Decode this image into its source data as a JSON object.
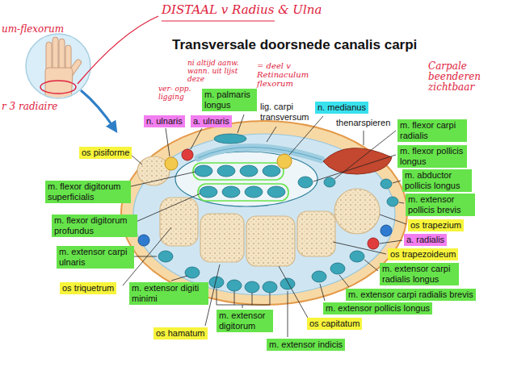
{
  "diagram": {
    "title": "Transversale doorsnede canalis carpi",
    "nodes": [
      {
        "text": [
          "m. palmaris longus"
        ]
      },
      {
        "text": [
          "n. medianus"
        ]
      },
      {
        "text": [
          "m. flexor carpi radialis"
        ]
      },
      {
        "text": [
          "n. ulnaris"
        ]
      },
      {
        "text": [
          "a. ulnaris"
        ]
      },
      {
        "text": [
          "os pisiforme"
        ]
      },
      {
        "text": [
          "m. flexor pollicis longus"
        ]
      },
      {
        "text": [
          "m. abductor pollicis longus"
        ]
      },
      {
        "text": [
          "m. flexor digitorum superficialis"
        ]
      },
      {
        "text": [
          "m. extensor pollicis brevis"
        ]
      },
      {
        "text": [
          "m. flexor digitorum profundus"
        ]
      },
      {
        "text": [
          "os trapezium"
        ]
      },
      {
        "text": [
          "a. radialis"
        ]
      },
      {
        "text": [
          "m. extensor carpi ulnaris"
        ]
      },
      {
        "text": [
          "os trapezoideum"
        ]
      },
      {
        "text": [
          "m. extensor carpi radialis longus"
        ]
      },
      {
        "text": [
          "os triquetrum"
        ]
      },
      {
        "text": [
          "m. extensor digiti minimi"
        ]
      },
      {
        "text": [
          "m. extensor carpi radialis brevis"
        ]
      },
      {
        "text": [
          "m. extensor pollicis longus"
        ]
      },
      {
        "text": [
          "m. extensor digitorum"
        ]
      },
      {
        "text": [
          "os capitatum"
        ]
      },
      {
        "text": [
          "os hamatum"
        ]
      },
      {
        "text": [
          "m. extensor indicis"
        ]
      }
    ],
    "labels": [
      "lig. carpi transversum",
      "thenarspieren",
      "DISTAAL v Radius & Ulna",
      "um-flexorum",
      "r 3 radiaire",
      "ni altijd aanw. wann. uit lijst deze",
      "ver- opp. ligging",
      "= deel v Retinaculum flexorum",
      "Carpale beenderen zichtbaar"
    ]
  }
}
